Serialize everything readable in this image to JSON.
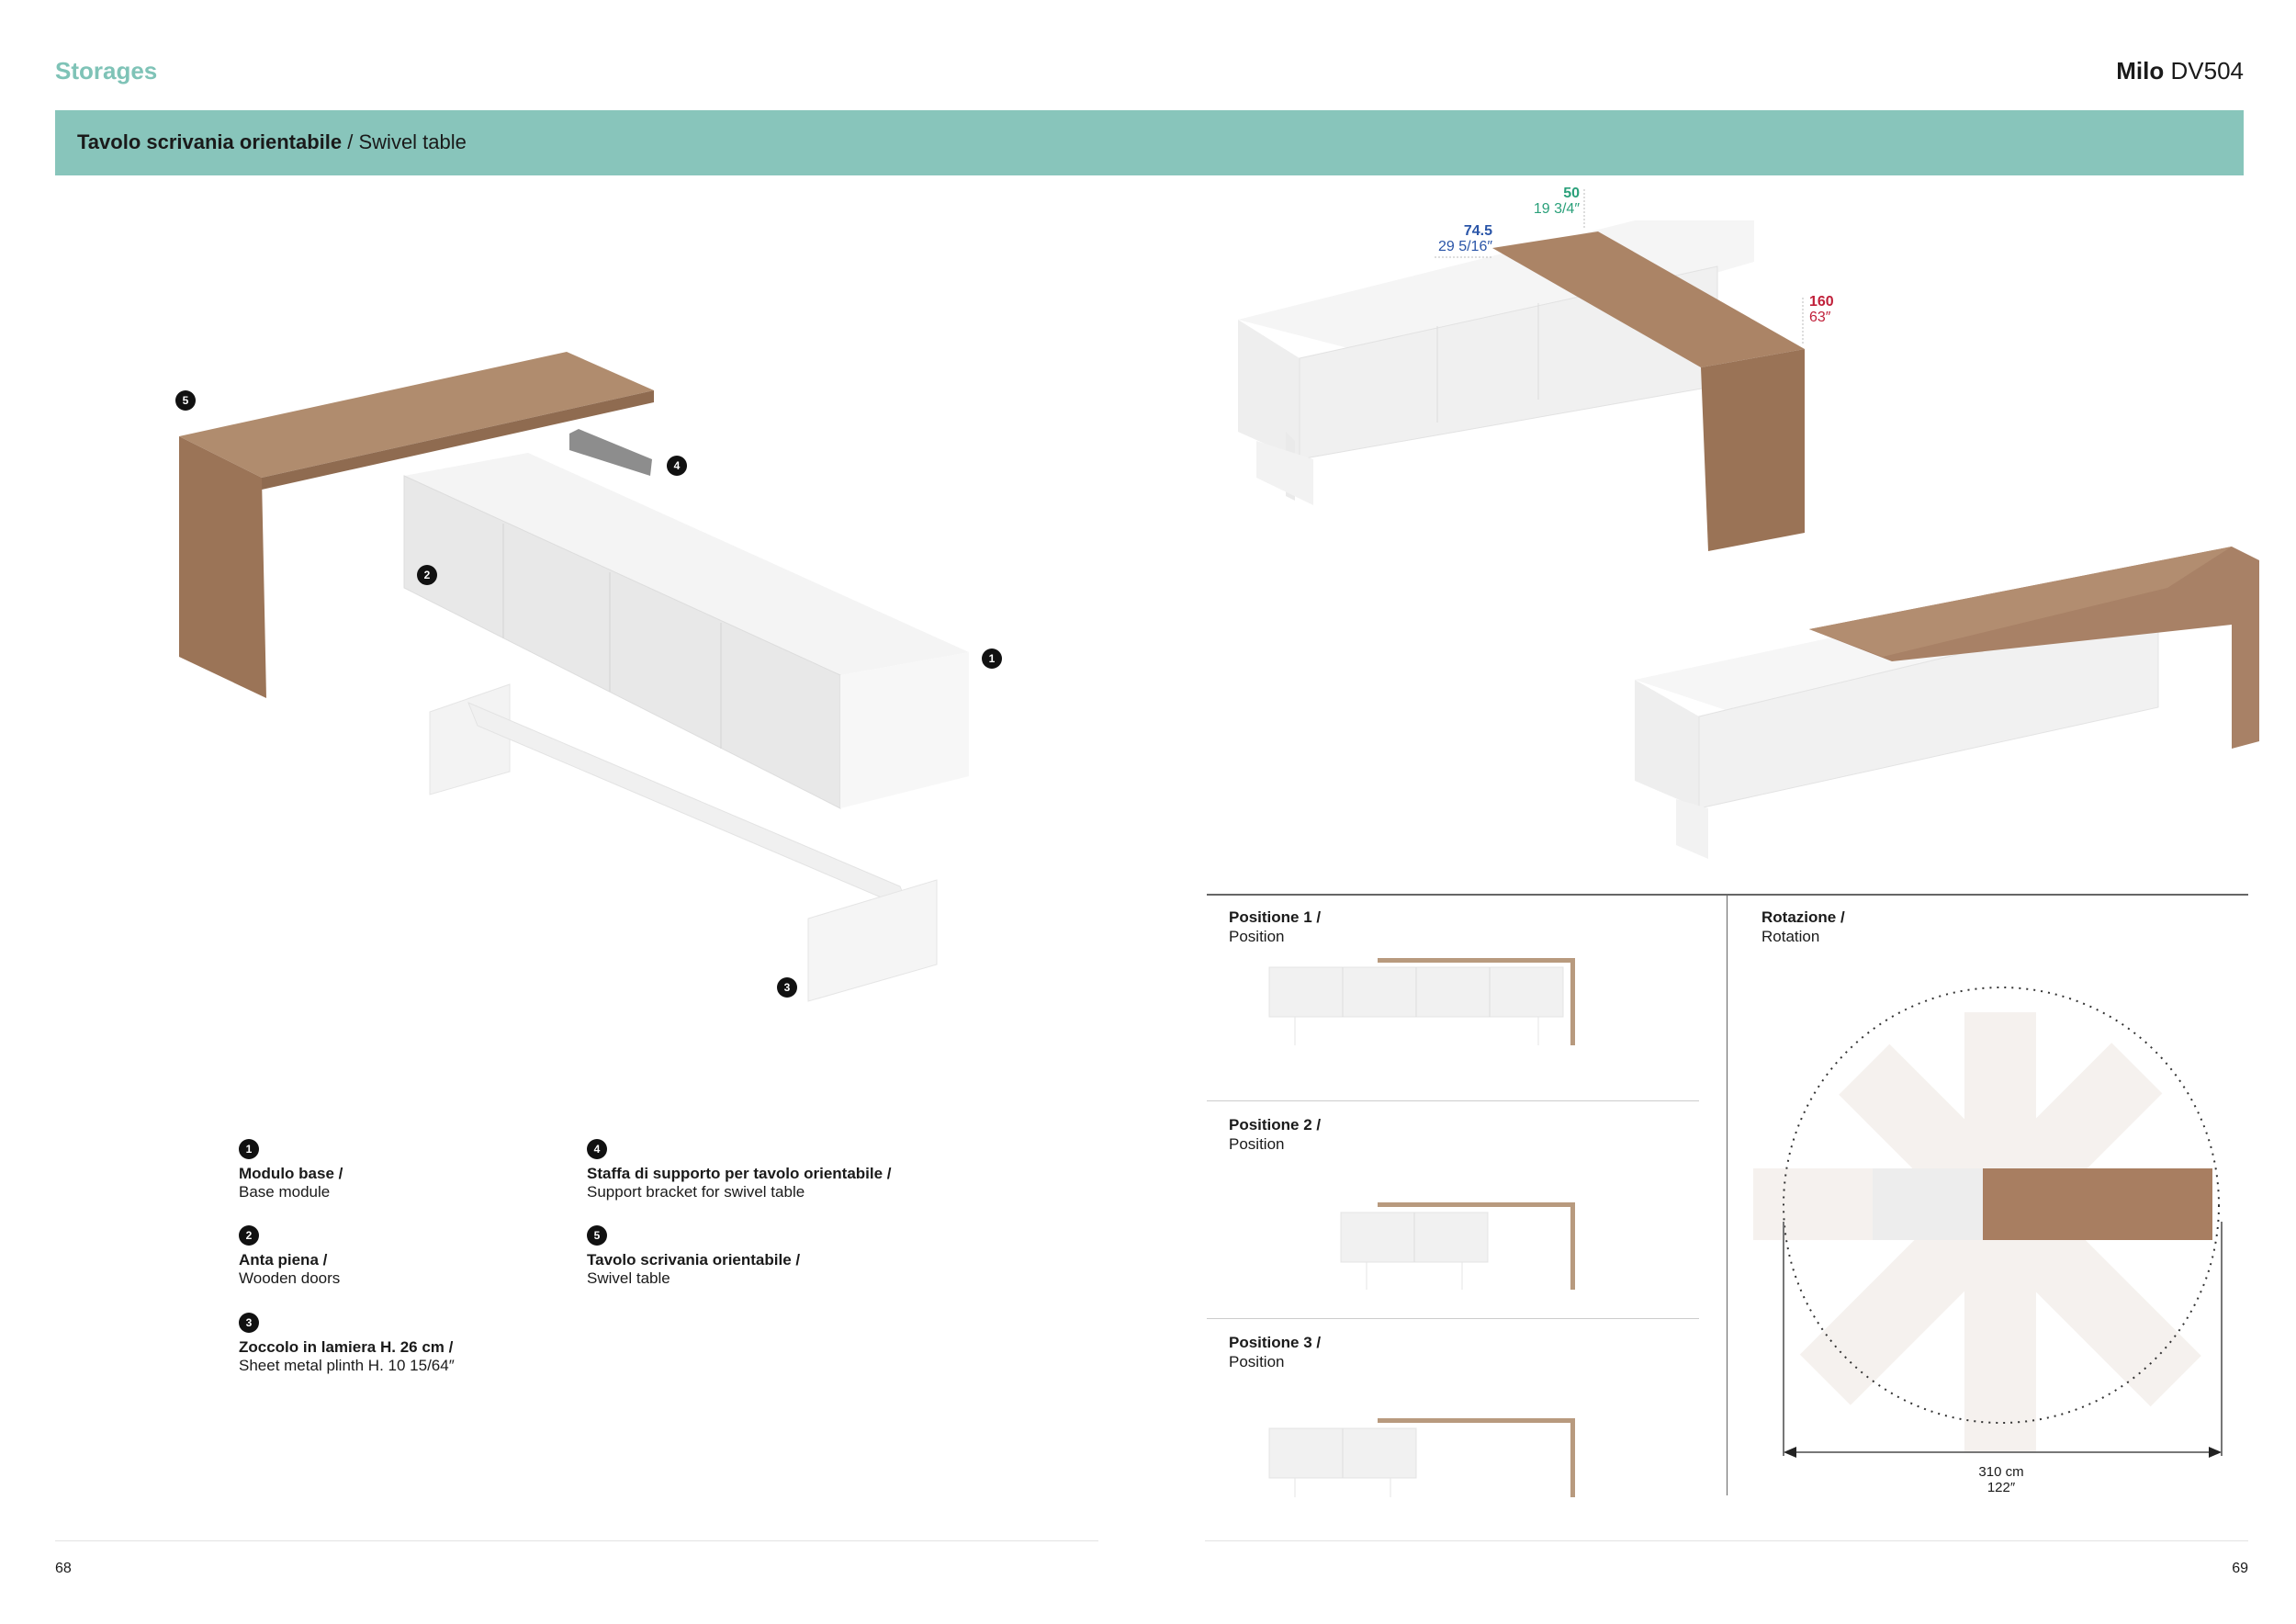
{
  "header": {
    "section": "Storages",
    "product_bold": "Milo",
    "product_code": "DV504"
  },
  "banner": {
    "title_it": "Tavolo scrivania orientabile",
    "title_en": "/ Swivel table"
  },
  "legend": [
    {
      "num": "1",
      "it": "Modulo base /",
      "en": "Base module"
    },
    {
      "num": "2",
      "it": "Anta piena /",
      "en": "Wooden doors"
    },
    {
      "num": "3",
      "it": "Zoccolo in lamiera H. 26 cm /",
      "en": "Sheet metal plinth H. 10 15/64″"
    },
    {
      "num": "4",
      "it": "Staffa di supporto per tavolo orientabile /",
      "en": "Support bracket for swivel table"
    },
    {
      "num": "5",
      "it": "Tavolo scrivania orientabile /",
      "en": "Swivel table"
    }
  ],
  "dimensions": {
    "height": {
      "cm": "74.5",
      "in": "29 5/16″",
      "color": "#2a55a8"
    },
    "depth": {
      "cm": "50",
      "in": "19 3/4″",
      "color": "#2aa07a"
    },
    "length": {
      "cm": "160",
      "in": "63″",
      "color": "#c0203a"
    }
  },
  "positions": [
    {
      "it": "Positione 1 /",
      "en": "Position"
    },
    {
      "it": "Positione 2 /",
      "en": "Position"
    },
    {
      "it": "Positione 3 /",
      "en": "Position"
    }
  ],
  "rotation": {
    "it": "Rotazione /",
    "en": "Rotation",
    "cm": "310 cm",
    "in": "122″"
  },
  "pages": {
    "left": "68",
    "right": "69"
  },
  "colors": {
    "accent": "#88c5bb",
    "wood": "#a57f62",
    "white_lacquer": "#f2f2f2"
  }
}
